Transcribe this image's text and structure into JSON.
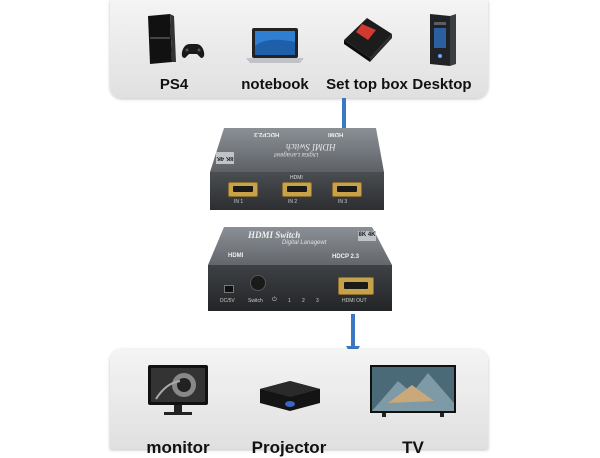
{
  "sources": [
    {
      "id": "ps4",
      "label": "PS4",
      "icon": "ps4-console-icon"
    },
    {
      "id": "notebook",
      "label": "notebook",
      "icon": "laptop-icon"
    },
    {
      "id": "set-top-box",
      "label": "Set top box",
      "icon": "set-top-box-icon"
    },
    {
      "id": "desktop",
      "label": "Desktop",
      "icon": "desktop-tower-icon"
    }
  ],
  "displays": [
    {
      "id": "monitor",
      "label": "monitor",
      "icon": "monitor-icon"
    },
    {
      "id": "projector",
      "label": "Projector",
      "icon": "projector-icon"
    },
    {
      "id": "tv",
      "label": "TV",
      "icon": "tv-icon"
    }
  ],
  "switch_top": {
    "brand": "HDMI Switch",
    "script": "Digital Lanagewt",
    "hdcp": "HDCP2.3",
    "hdmi_logo": "HDMI",
    "badge": "8K 4K",
    "ports_title": "HDMI",
    "ports": [
      "IN 1",
      "IN 2",
      "IN 3"
    ]
  },
  "switch_bottom": {
    "brand": "HDMI Switch",
    "script": "Digital Lanagewt",
    "badge": "8K 4K",
    "hdmi_logo": "HDMI",
    "hdcp": "HDCP 2.3",
    "labels": {
      "power": "DC/5V",
      "switch": "Switch",
      "power_icon": "⏻",
      "ch1": "1",
      "ch2": "2",
      "ch3": "3",
      "out": "HDMI OUT"
    }
  },
  "colors": {
    "arrow": "#3b78c4",
    "device_body": "#3a3d40",
    "port_gold": "#c8a24a"
  }
}
